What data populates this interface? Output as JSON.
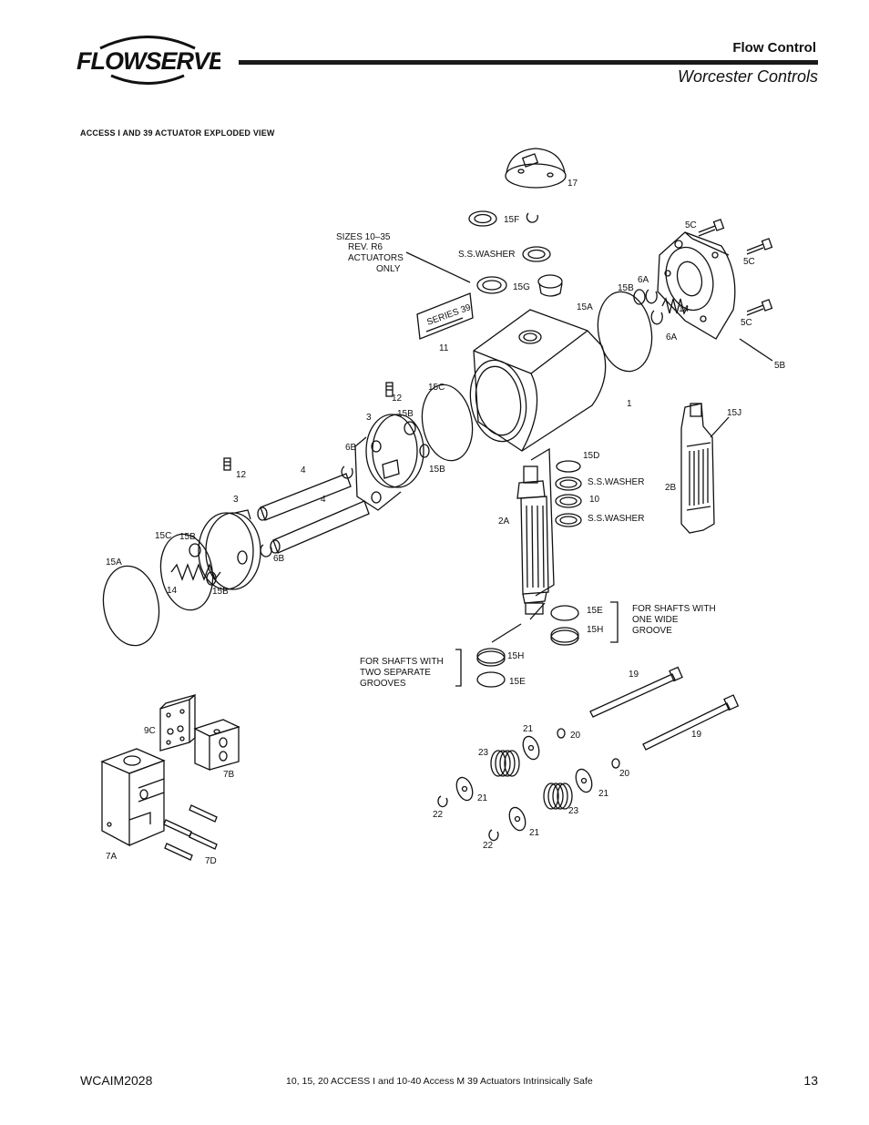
{
  "header": {
    "logo_text": "FLOWSERVE",
    "division": "Flow Control",
    "brand": "Worcester Controls"
  },
  "section_title": "ACCESS I AND 39 ACTUATOR EXPLODED VIEW",
  "callouts": {
    "c17": "17",
    "c15F": "15F",
    "c15G": "15G",
    "c15A_top": "15A",
    "c15B_top": "15B",
    "c6A_top": "6A",
    "c6A_bot": "6A",
    "c14_top": "14",
    "c5C_1": "5C",
    "c5C_2": "5C",
    "c5C_3": "5C",
    "c5B": "5B",
    "c11": "11",
    "c1": "1",
    "c15J": "15J",
    "c2B": "2B",
    "c12_top": "12",
    "c15C_mid": "15C",
    "c3_mid": "3",
    "c15B_mid": "15B",
    "c6B_mid": "6B",
    "c15B_mid2": "15B",
    "c4_1": "4",
    "c4_2": "4",
    "c12_left": "12",
    "c3_left": "3",
    "c15C_left": "15C",
    "c15B_left": "15B",
    "c15A_left": "15A",
    "c14_left": "14",
    "c15B_left2": "15B",
    "c6B_left": "6B",
    "c15D": "15D",
    "c10": "10",
    "c2A": "2A",
    "c15E_right": "15E",
    "c15H_right": "15H",
    "c15H_left": "15H",
    "c15E_left": "15E",
    "c19_1": "19",
    "c19_2": "19",
    "c9C": "9C",
    "c7B": "7B",
    "c7A": "7A",
    "c7D": "7D",
    "c21_1": "21",
    "c20_1": "20",
    "c23_1": "23",
    "c20_2": "20",
    "c21_2": "21",
    "c23_2": "23",
    "c22_1": "22",
    "c21_3": "21",
    "c21_4": "21",
    "c22_2": "22",
    "ss_washer_top": "S.S.WASHER",
    "ss_washer_1": "S.S.WASHER",
    "ss_washer_2": "S.S.WASHER"
  },
  "notes": {
    "sizes": [
      "SIZES 10–35",
      "REV. R6",
      "ACTUATORS",
      "ONLY"
    ],
    "one_groove": [
      "FOR SHAFTS WITH",
      "ONE WIDE",
      "GROOVE"
    ],
    "two_grooves": [
      "FOR SHAFTS WITH",
      "TWO SEPARATE",
      "GROOVES"
    ]
  },
  "nameplate_text": "SERIES 39",
  "footer": {
    "doc_code": "WCAIM2028",
    "description": "10, 15, 20 ACCESS I and 10-40 Access M 39 Actuators Intrinsically Safe",
    "page_number": "13"
  }
}
